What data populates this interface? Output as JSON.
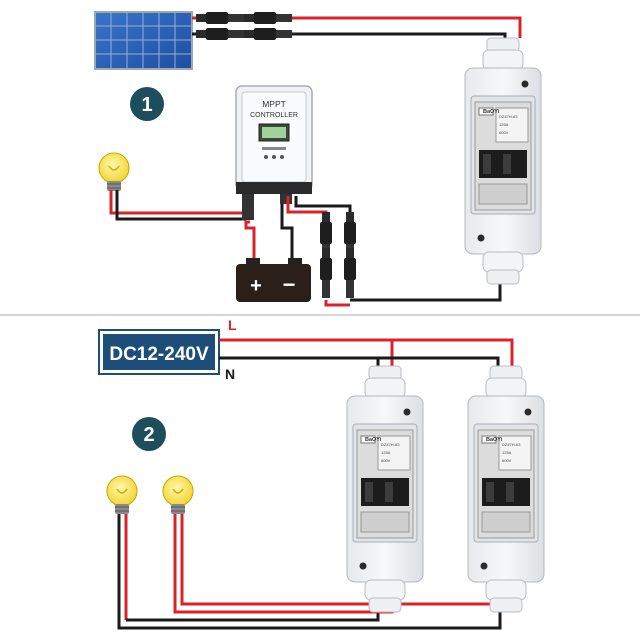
{
  "steps": [
    "1",
    "2"
  ],
  "controller": {
    "line1": "MPPT",
    "line2": "CONTROLLER"
  },
  "battery": {
    "plus": "+",
    "minus": "−"
  },
  "source_label": "DC12-240V",
  "line_labels": {
    "live": "L",
    "neutral": "N"
  },
  "breaker": {
    "brand": "BaOYi",
    "model": "DZ47H-63",
    "rating": "125A",
    "voltage": "600V"
  },
  "colors": {
    "positive_wire": "#d8232a",
    "negative_wire": "#1a1a1a",
    "step_badge": "#1d4e5e",
    "source_box": "#1d4e7a",
    "bulb": "#f7e24a"
  }
}
